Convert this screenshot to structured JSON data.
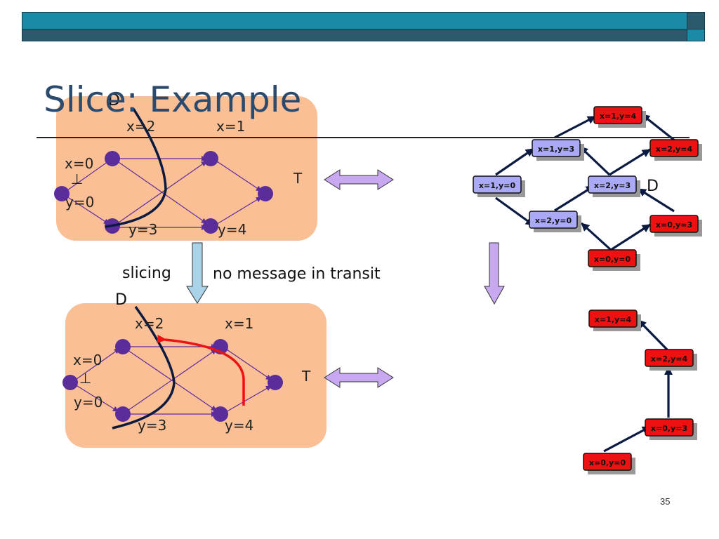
{
  "title": "Slice: Example",
  "page_number": "35",
  "top_diagram": {
    "cut_label": "D",
    "labels": [
      "x=2",
      "x=1",
      "x=0",
      "⊥",
      "y=0",
      "y=3",
      "y=4",
      "T"
    ]
  },
  "bottom_diagram": {
    "cut_label": "D",
    "labels": [
      "x=2",
      "x=1",
      "x=0",
      "⊥",
      "y=0",
      "y=3",
      "y=4",
      "T"
    ]
  },
  "slicing_label": "slicing",
  "transit_label": "no message in transit",
  "top_lattice": {
    "cut_label": "D",
    "nodes": [
      "x=1,y=4",
      "x=1,y=3",
      "x=2,y=4",
      "x=1,y=0",
      "x=2,y=3",
      "x=2,y=0",
      "x=0,y=3",
      "x=0,y=0"
    ]
  },
  "bottom_lattice": {
    "nodes": [
      "x=1,y=4",
      "x=2,y=4",
      "x=0,y=3",
      "x=0,y=0"
    ]
  },
  "colors": {
    "header": "#1a8aa6",
    "title": "#2b4b6e",
    "diagram_bg": "#fbbf95",
    "event": "#5b2d9a",
    "red_node": "#ee1111",
    "blue_node": "#a9a9f5",
    "double_arrow": "#c8a8f0"
  }
}
